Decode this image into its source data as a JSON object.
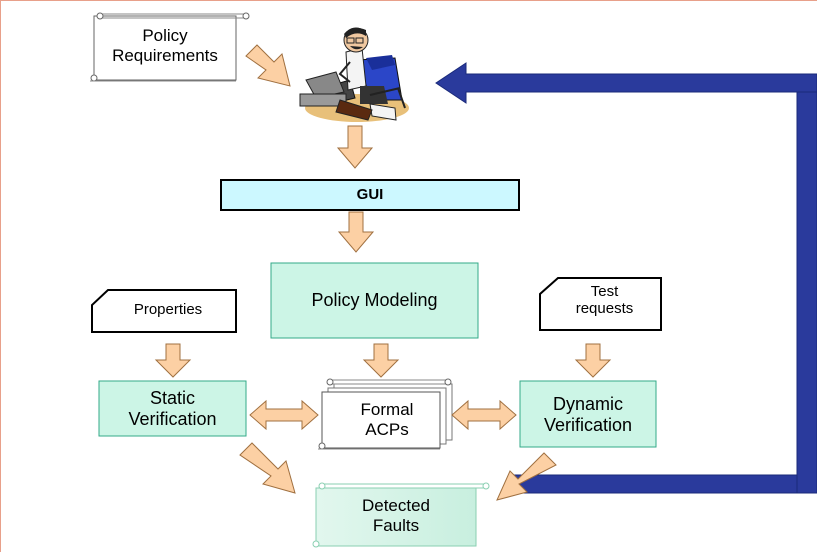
{
  "nodes": {
    "policy_requirements": "Policy\nRequirements",
    "gui": "GUI",
    "policy_modeling": "Policy Modeling",
    "properties": "Properties",
    "test_requests": "Test\nrequests",
    "static_verification": "Static\nVerification",
    "formal_acps": "Formal\nACPs",
    "dynamic_verification": "Dynamic\nVerification",
    "detected_faults": "Detected\nFaults"
  },
  "icons": {
    "person": "person-at-computer-icon"
  },
  "colors": {
    "box_fill": "#ccf5e6",
    "box_border": "#33aa88",
    "gui_fill": "#ccf8ff",
    "arrow_fill": "#fcd0a4",
    "arrow_border": "#a07040",
    "feedback_arrow": "#2a3a9c",
    "frame_line": "#e8a08a"
  }
}
